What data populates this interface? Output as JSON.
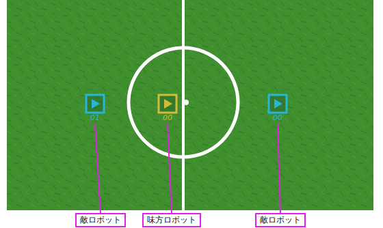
{
  "diagram": {
    "nodes": [
      {
        "text": [
          "01"
        ]
      },
      {
        "text": [
          "00"
        ]
      },
      {
        "text": [
          "00"
        ]
      },
      {
        "text": [
          "敵ロボット"
        ]
      },
      {
        "text": [
          "味方ロボット"
        ]
      },
      {
        "text": [
          "敵ロボット"
        ]
      }
    ],
    "edges": [
      {
        "from": 0,
        "to": 3,
        "arrow": "none"
      },
      {
        "from": 1,
        "to": 4,
        "arrow": "none"
      },
      {
        "from": 2,
        "to": 5,
        "arrow": "none"
      }
    ]
  }
}
